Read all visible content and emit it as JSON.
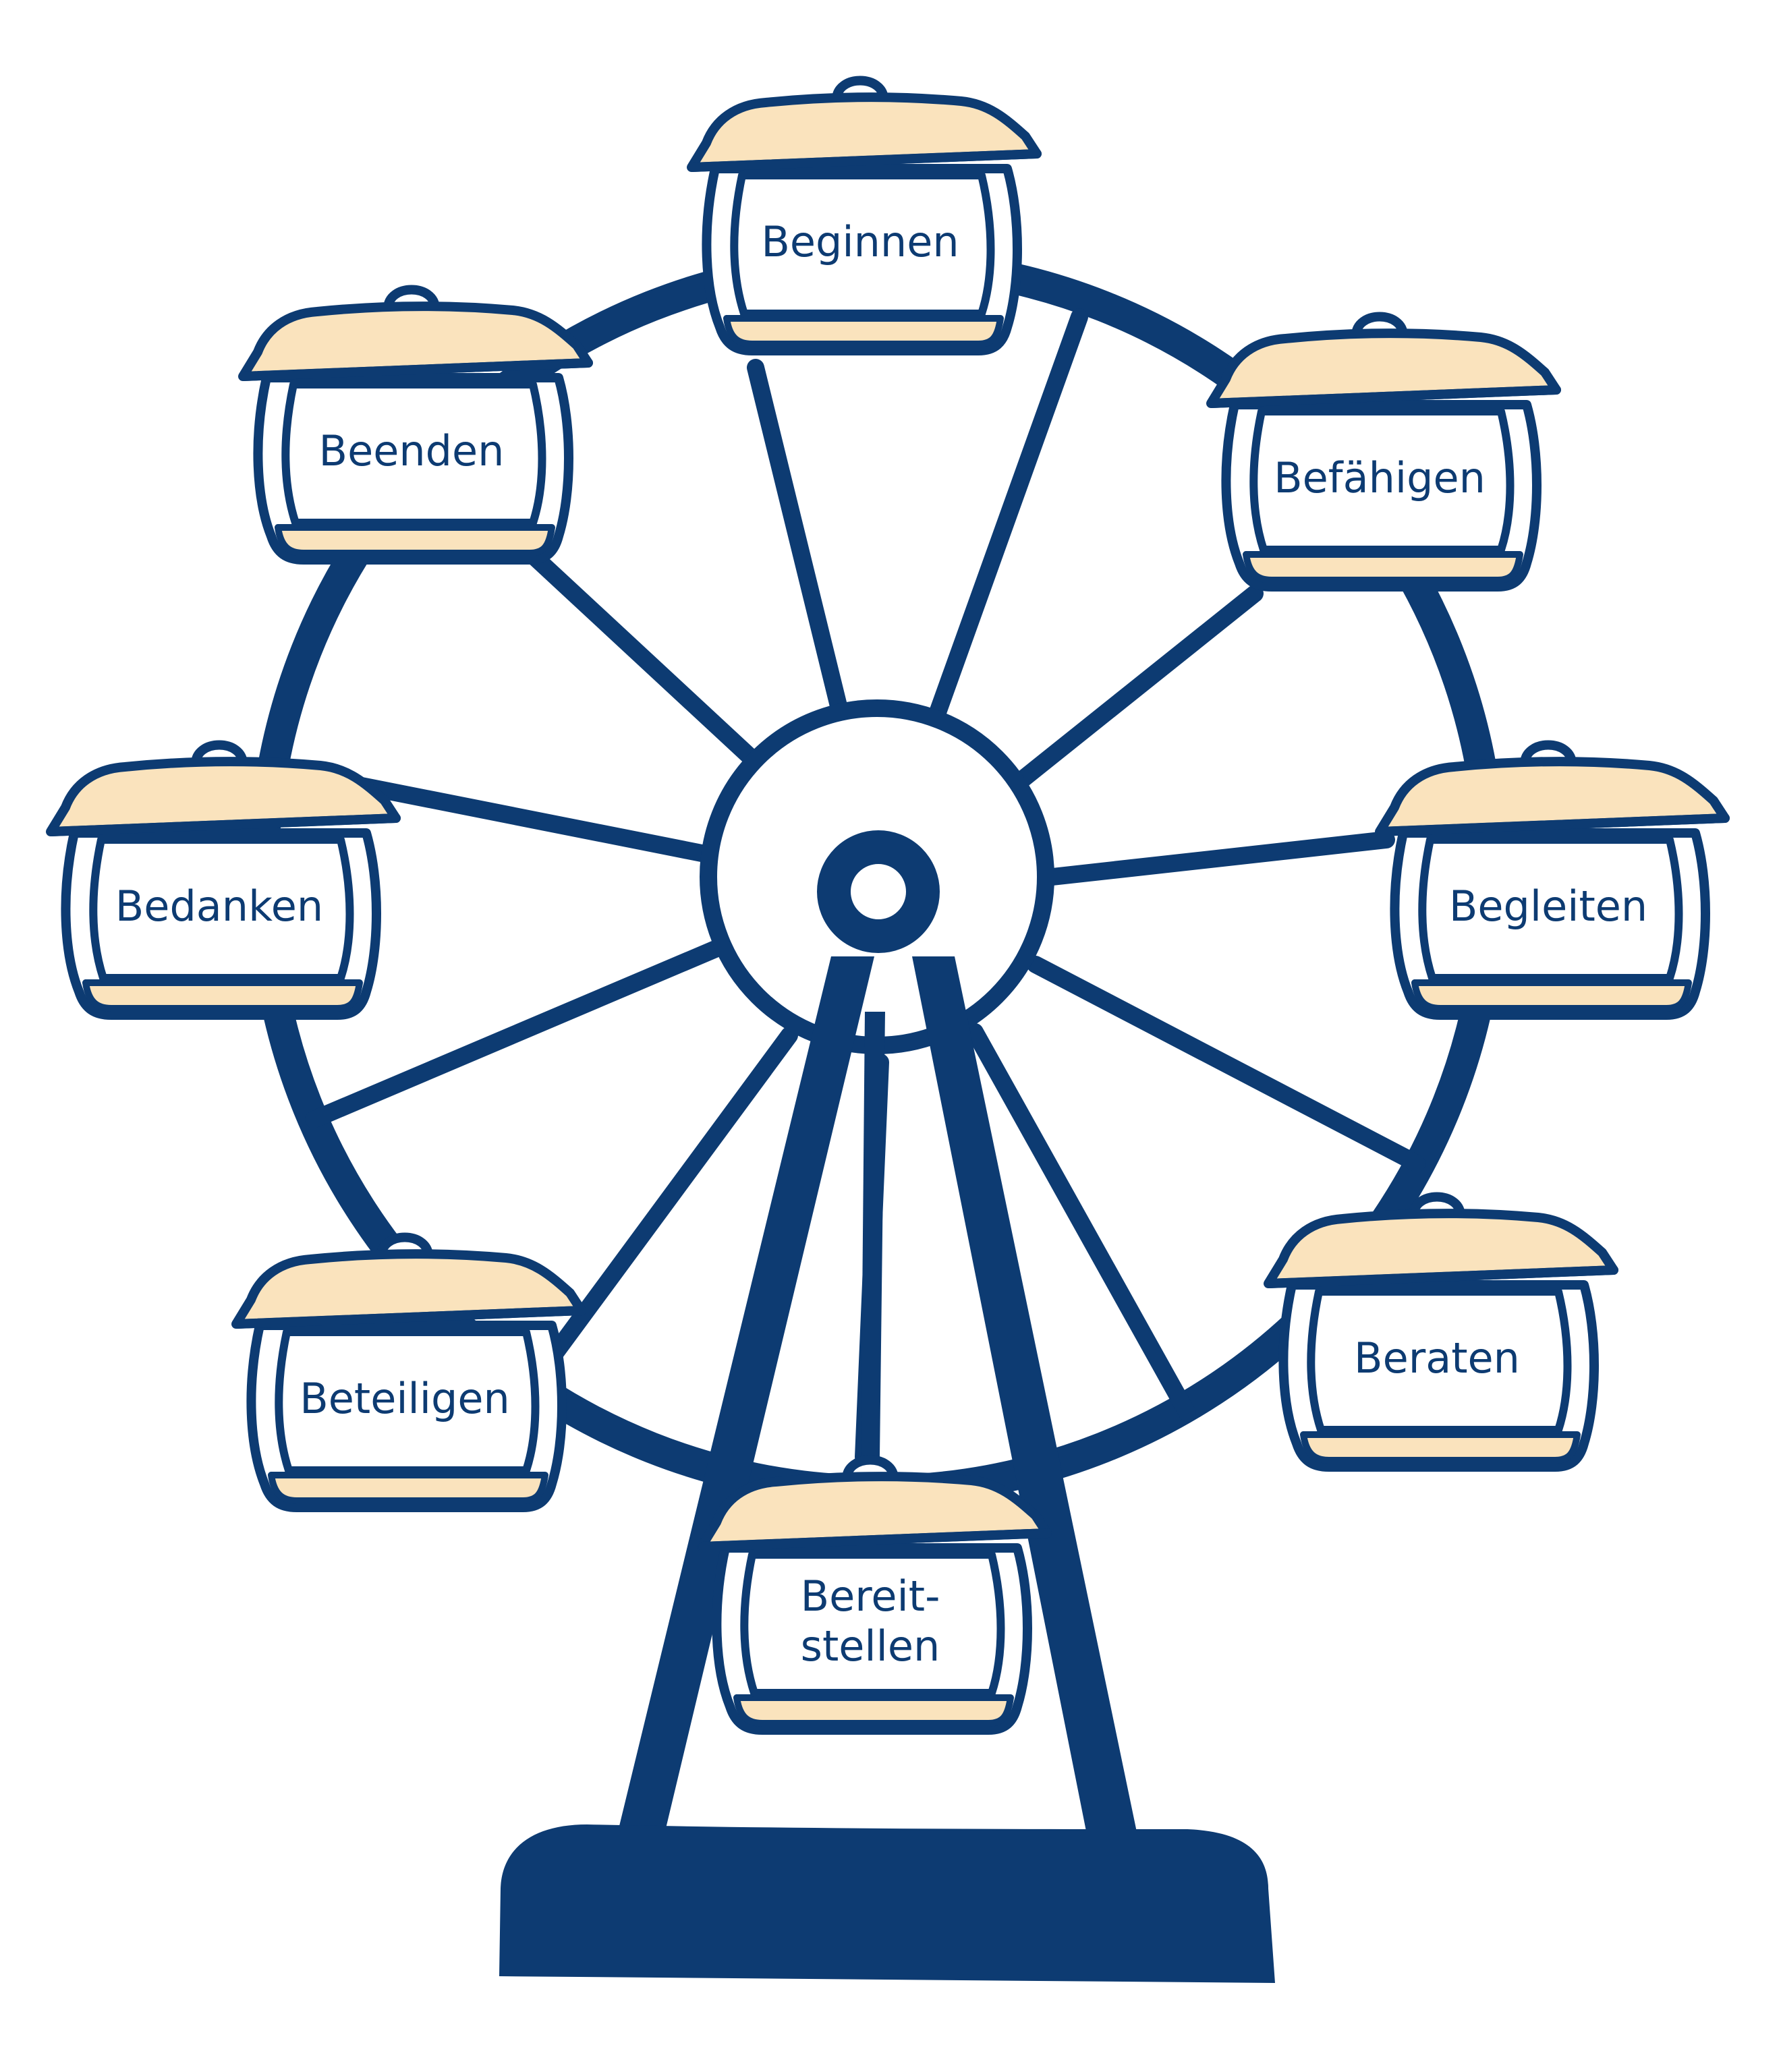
{
  "colors": {
    "frame": "#0d3b72",
    "roof": "#fae3bd",
    "background": "#ffffff"
  },
  "gondolas": [
    {
      "id": "beginnen",
      "lines": [
        "Beginnen"
      ]
    },
    {
      "id": "befaehigen",
      "lines": [
        "Befähigen"
      ]
    },
    {
      "id": "begleiten",
      "lines": [
        "Begleiten"
      ]
    },
    {
      "id": "beraten",
      "lines": [
        "Beraten"
      ]
    },
    {
      "id": "bereitstellen",
      "lines": [
        "Bereit-",
        "stellen"
      ]
    },
    {
      "id": "beteiligen",
      "lines": [
        "Beteiligen"
      ]
    },
    {
      "id": "bedanken",
      "lines": [
        "Bedanken"
      ]
    },
    {
      "id": "beenden",
      "lines": [
        "Beenden"
      ]
    }
  ]
}
